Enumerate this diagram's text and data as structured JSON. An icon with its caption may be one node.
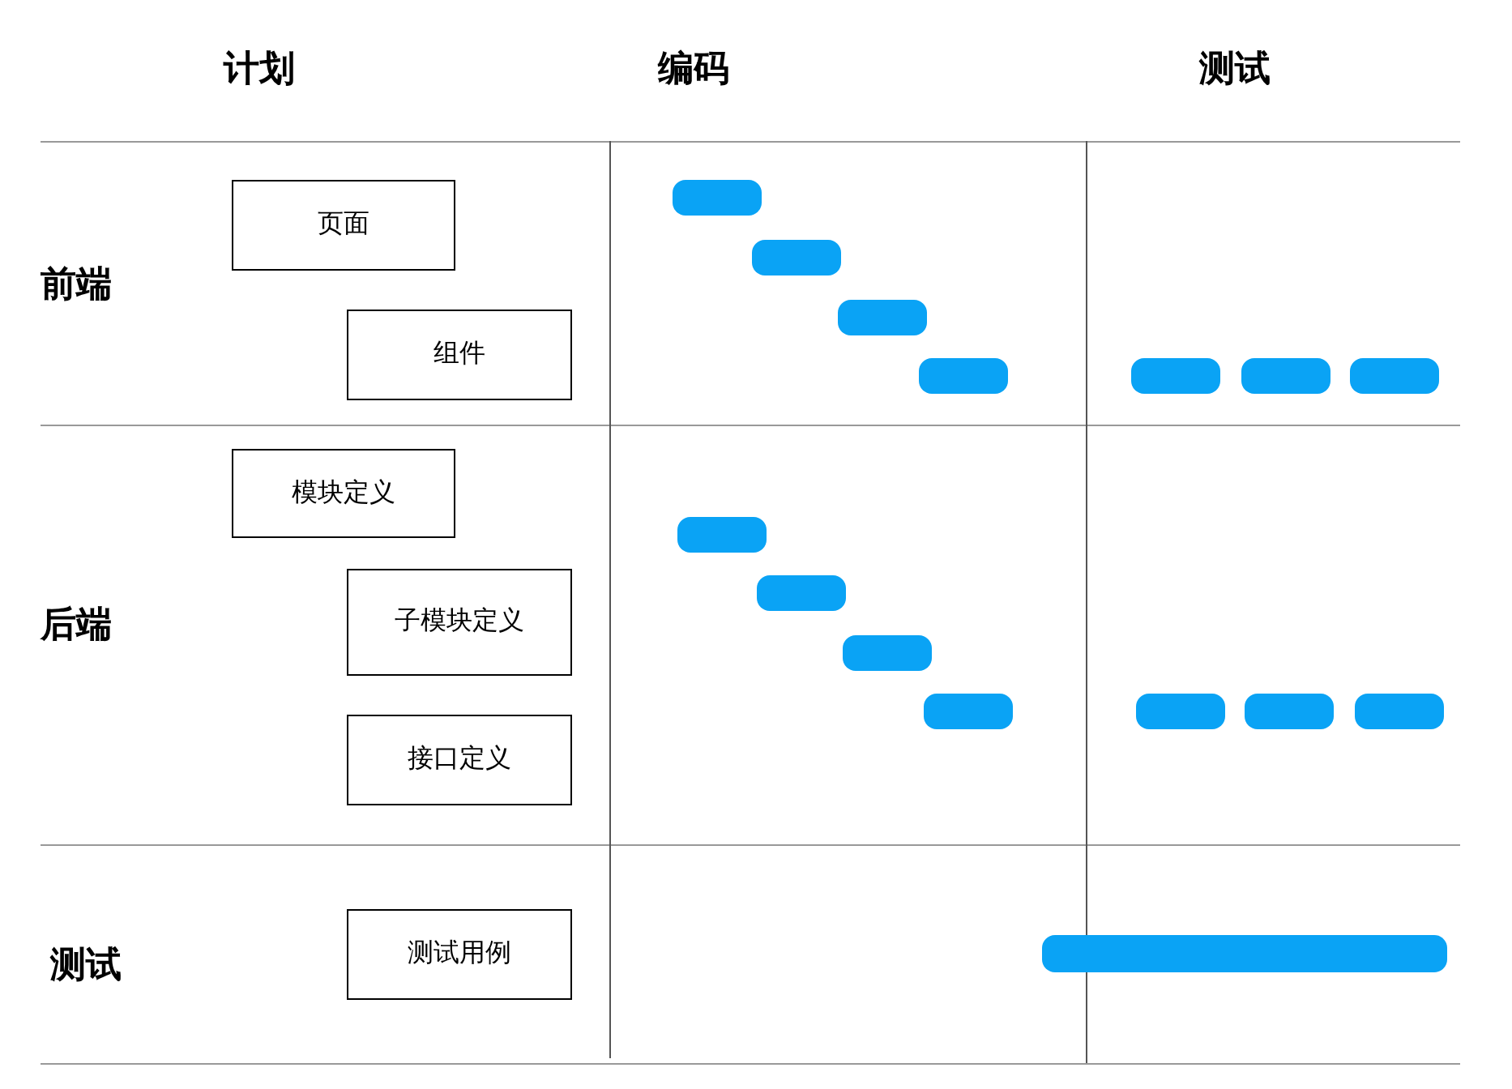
{
  "diagram": {
    "nodes": [
      {
        "text": [
          "页面"
        ]
      },
      {
        "text": [
          "组件"
        ]
      },
      {
        "text": [],
        "shape": "bar"
      },
      {
        "text": [],
        "shape": "bar"
      },
      {
        "text": [],
        "shape": "bar"
      },
      {
        "text": [],
        "shape": "bar"
      },
      {
        "text": [],
        "shape": "bar"
      },
      {
        "text": [],
        "shape": "bar"
      },
      {
        "text": [],
        "shape": "bar"
      },
      {
        "text": [
          "模块定义"
        ]
      },
      {
        "text": [
          "子模块定义"
        ]
      },
      {
        "text": [
          "接口定义"
        ]
      },
      {
        "text": [],
        "shape": "bar"
      },
      {
        "text": [],
        "shape": "bar"
      },
      {
        "text": [],
        "shape": "bar"
      },
      {
        "text": [],
        "shape": "bar"
      },
      {
        "text": [],
        "shape": "bar"
      },
      {
        "text": [],
        "shape": "bar"
      },
      {
        "text": [],
        "shape": "bar"
      },
      {
        "text": [
          "测试用例"
        ]
      },
      {
        "text": [],
        "shape": "bar"
      }
    ],
    "labels": [
      "计划",
      "编码",
      "测试",
      "前端",
      "后端",
      "测试"
    ]
  }
}
